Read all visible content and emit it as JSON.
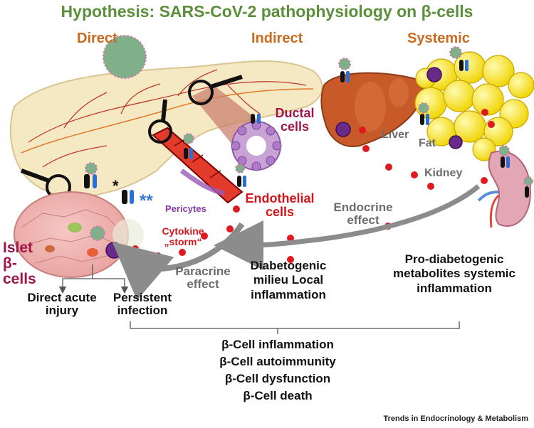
{
  "title": "Hypothesis: SARS-CoV-2 pathophysiology on β-cells",
  "sections": {
    "direct": "Direct",
    "indirect": "Indirect",
    "systemic": "Systemic"
  },
  "labels": {
    "ductal_cells": "Ductal cells",
    "endothelial_cells": "Endothelial cells",
    "pericytes": "Pericytes",
    "cytokine_storm": "Cytokine „storm“",
    "islet_beta_cells": "Islet β-cells",
    "liver": "Liver",
    "fat": "Fat",
    "kidney": "Kidney",
    "endocrine_effect": "Endocrine effect",
    "paracrine_effect": "Paracrine effect",
    "asterisk_single": "*",
    "asterisk_double": "**"
  },
  "outcomes": {
    "direct_acute_injury": "Direct acute injury",
    "persistent_infection": "Persistent infection",
    "diabetogenic_milieu": "Diabetogenic milieu Local inflammation",
    "pro_diabetogenic": "Pro-diabetogenic metabolites systemic inflammation"
  },
  "beta_cell_effects": [
    "β-Cell inflammation",
    "β-Cell autoimmunity",
    "β-Cell dysfunction",
    "β-Cell death"
  ],
  "credit": "Trends in Endocrinology & Metabolism",
  "colors": {
    "title_green": "#5b8f3a",
    "section_orange": "#c96a1e",
    "red_label": "#d4151b",
    "maroon_label": "#a0144a",
    "pericyte_purple": "#8a3aa8",
    "arrow_gray": "#8c8c8c",
    "pancreas": "#f5e9c4",
    "liver": "#c85a2a",
    "fat": "#f6e21b",
    "kidney": "#e3a6b4",
    "virus": "#7fb08a"
  }
}
